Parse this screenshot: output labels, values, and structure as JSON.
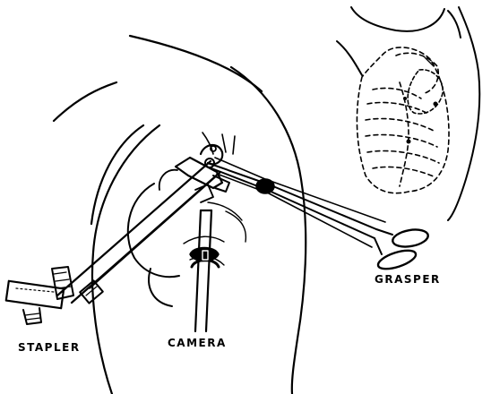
{
  "labels": {
    "stapler": "STAPLER",
    "camera": "CAMERA",
    "grasper": "GRASPER"
  },
  "colors": {
    "ink": "#000000",
    "background": "#ffffff"
  }
}
